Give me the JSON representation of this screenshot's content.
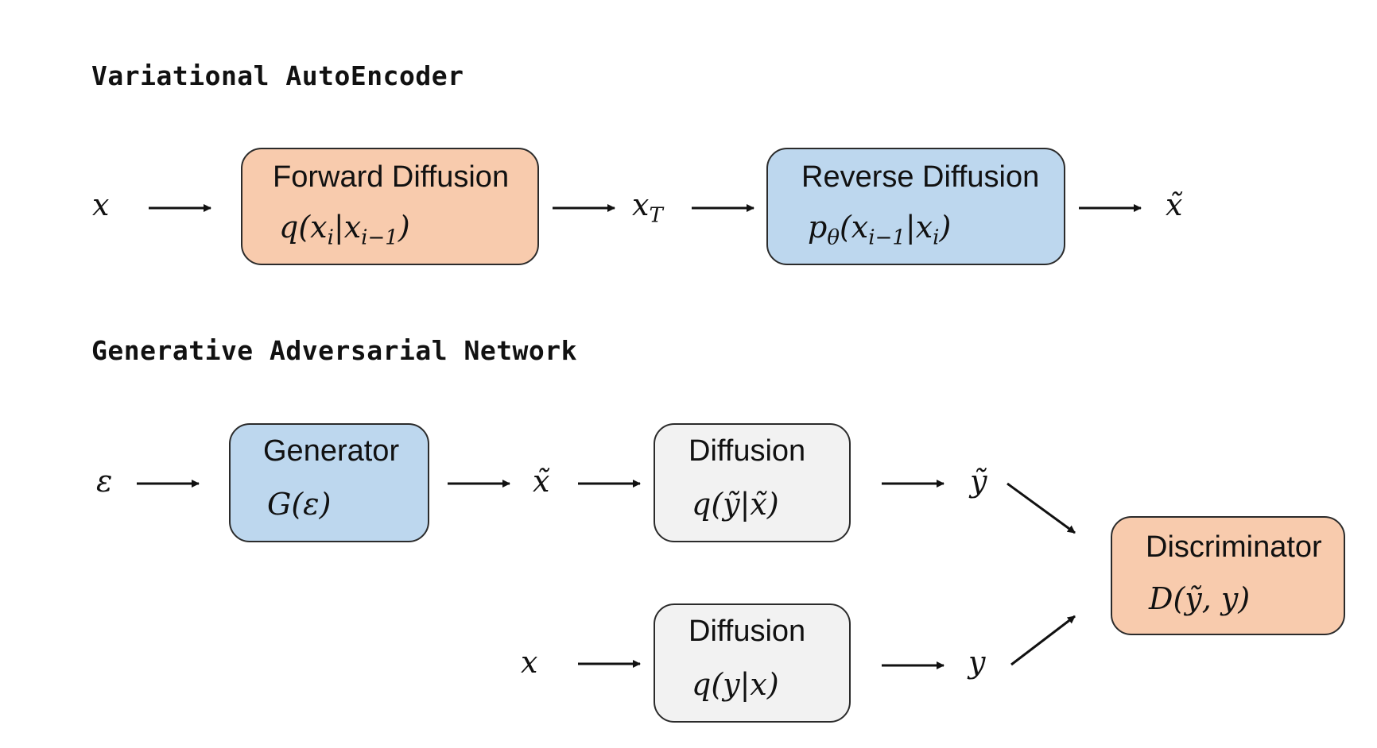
{
  "sections": {
    "vae": {
      "title": "Variational AutoEncoder",
      "input": "x",
      "forward": {
        "label": "Forward Diffusion",
        "formula": "q(xᵢ|xᵢ₋₁)",
        "color": "#f8cbad"
      },
      "latent": "x_T",
      "reverse": {
        "label": "Reverse Diffusion",
        "formula": "p_θ(xᵢ₋₁|xᵢ)",
        "color": "#bdd7ee"
      },
      "output": "x̃"
    },
    "gan": {
      "title": "Generative Adversarial Network",
      "noise": "ε",
      "generator": {
        "label": "Generator",
        "formula": "G(ε)",
        "color": "#bdd7ee"
      },
      "generated": "x̃",
      "diffusion_fake": {
        "label": "Diffusion",
        "formula": "q(ỹ|x̃)",
        "color": "#f2f2f2"
      },
      "fake_out": "ỹ",
      "real_in": "x",
      "diffusion_real": {
        "label": "Diffusion",
        "formula": "q(y|x)",
        "color": "#f2f2f2"
      },
      "real_out": "y",
      "discriminator": {
        "label": "Discriminator",
        "formula": "D(ỹ, y)",
        "color": "#f8cbad"
      }
    }
  }
}
